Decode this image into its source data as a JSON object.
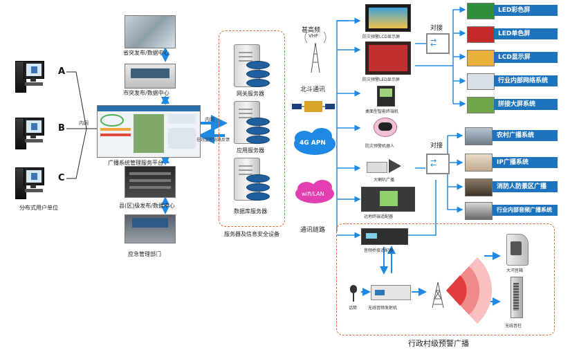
{
  "left": {
    "letters": [
      "A",
      "B",
      "C"
    ],
    "users_label": "分布式用户单位",
    "intranet_label": "内网"
  },
  "centers": {
    "province": "省突发布/数据中心",
    "city": "市突发布/数据中心",
    "platform": "广播系统管理服务平台",
    "county": "县(区)级发布/数据中心",
    "emergency": "应急管理部门"
  },
  "servers": {
    "intranet_label": "内网",
    "feedback_label": "在线监控链路反馈",
    "web": "网关服务器",
    "app": "应用服务器",
    "db": "数据库服务器",
    "group_label": "服务器及信息安全设备"
  },
  "links": {
    "vhf_title": "甚高频",
    "vhf_sub": "VHF",
    "beidou": "北斗通讯",
    "apn": "4G APN",
    "wifi": "wifi/LAN",
    "group_label": "通讯链路"
  },
  "devices": {
    "lcd_screen": "防灾预警LCD显示屏",
    "led_screen": "防灾预警LED显示屏",
    "desktop_terminal": "桌面型智能终端机",
    "robot": "防灾预警机器人",
    "horn": "大喇叭广播",
    "comm_terminal": "远地终端适配器",
    "bridge_adapter": "音频桥接适配器"
  },
  "right_top": {
    "connect_label": "对接",
    "items": [
      "LED彩色屏",
      "LED单色屏",
      "LCD显示屏",
      "行业内部网络系统",
      "拼接大屏系统"
    ]
  },
  "right_mid": {
    "connect_label": "对接",
    "items": [
      "农村广播系统",
      "IP广播系统",
      "消防人防景区广播",
      "行业内部音频广播系统"
    ]
  },
  "village": {
    "mic": "话筒",
    "transmitter": "无线音频发射机",
    "speaker_big": "大河音箱",
    "speaker_col": "无线音柱",
    "title": "行政村级预警广播"
  },
  "colors": {
    "arrow_blue": "#1e88e5",
    "button_blue": "#1e73be",
    "dashed_orange": "#e06a2a"
  }
}
